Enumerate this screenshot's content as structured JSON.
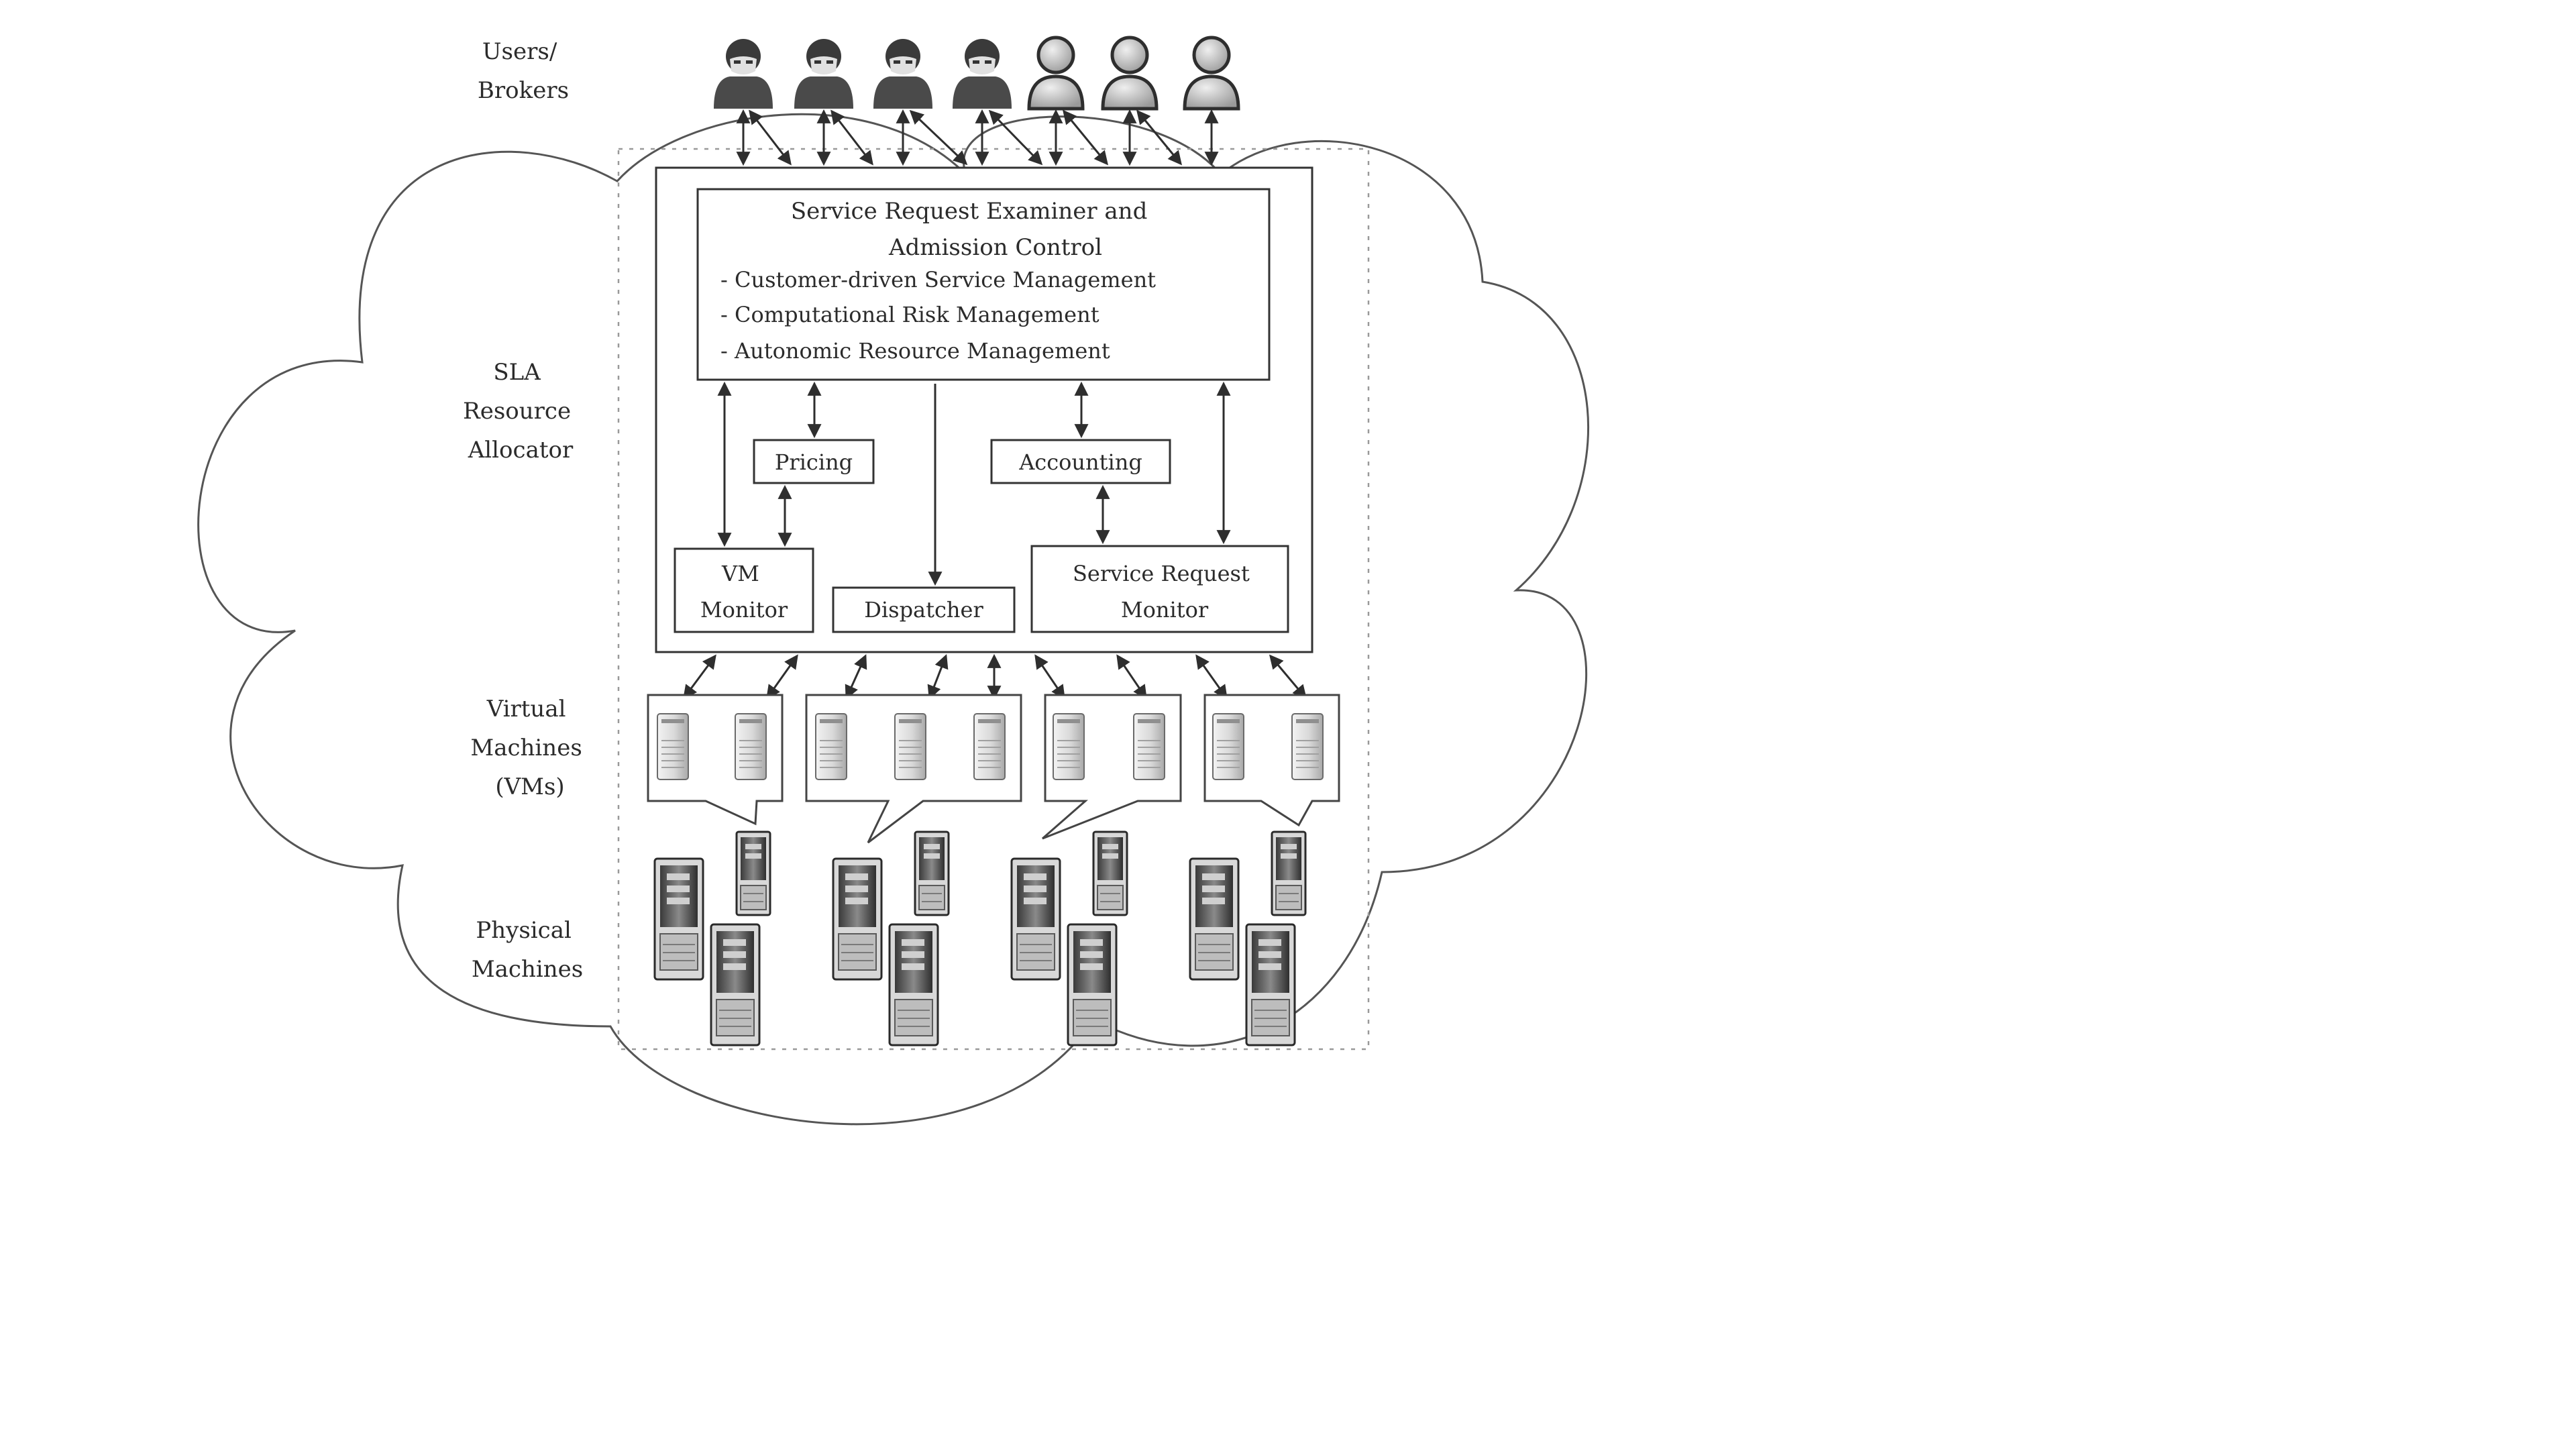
{
  "side_labels": {
    "users": [
      "Users/",
      "Brokers"
    ],
    "sla": [
      "SLA",
      "Resource",
      "Allocator"
    ],
    "vms": [
      "Virtual",
      "Machines",
      "(VMs)"
    ],
    "physical": [
      "Physical",
      "Machines"
    ]
  },
  "examiner": {
    "title": [
      "Service Request Examiner and",
      "Admission Control"
    ],
    "items": [
      "- Customer-driven Service Management",
      "- Computational Risk Management",
      "- Autonomic Resource Management"
    ]
  },
  "pricing": "Pricing",
  "accounting": "Accounting",
  "vm_monitor": [
    "VM",
    "Monitor"
  ],
  "dispatcher": "Dispatcher",
  "service_request_monitor": [
    "Service Request",
    "Monitor"
  ],
  "icons": {
    "user": "user-icon",
    "vm": "vm-server-icon",
    "physical": "physical-server-icon"
  },
  "colors": {
    "line": "#2e2e2e",
    "box_fill": "#ffffff",
    "dark_user": "#4a4a4a",
    "light_user": "#bdbdbd"
  }
}
